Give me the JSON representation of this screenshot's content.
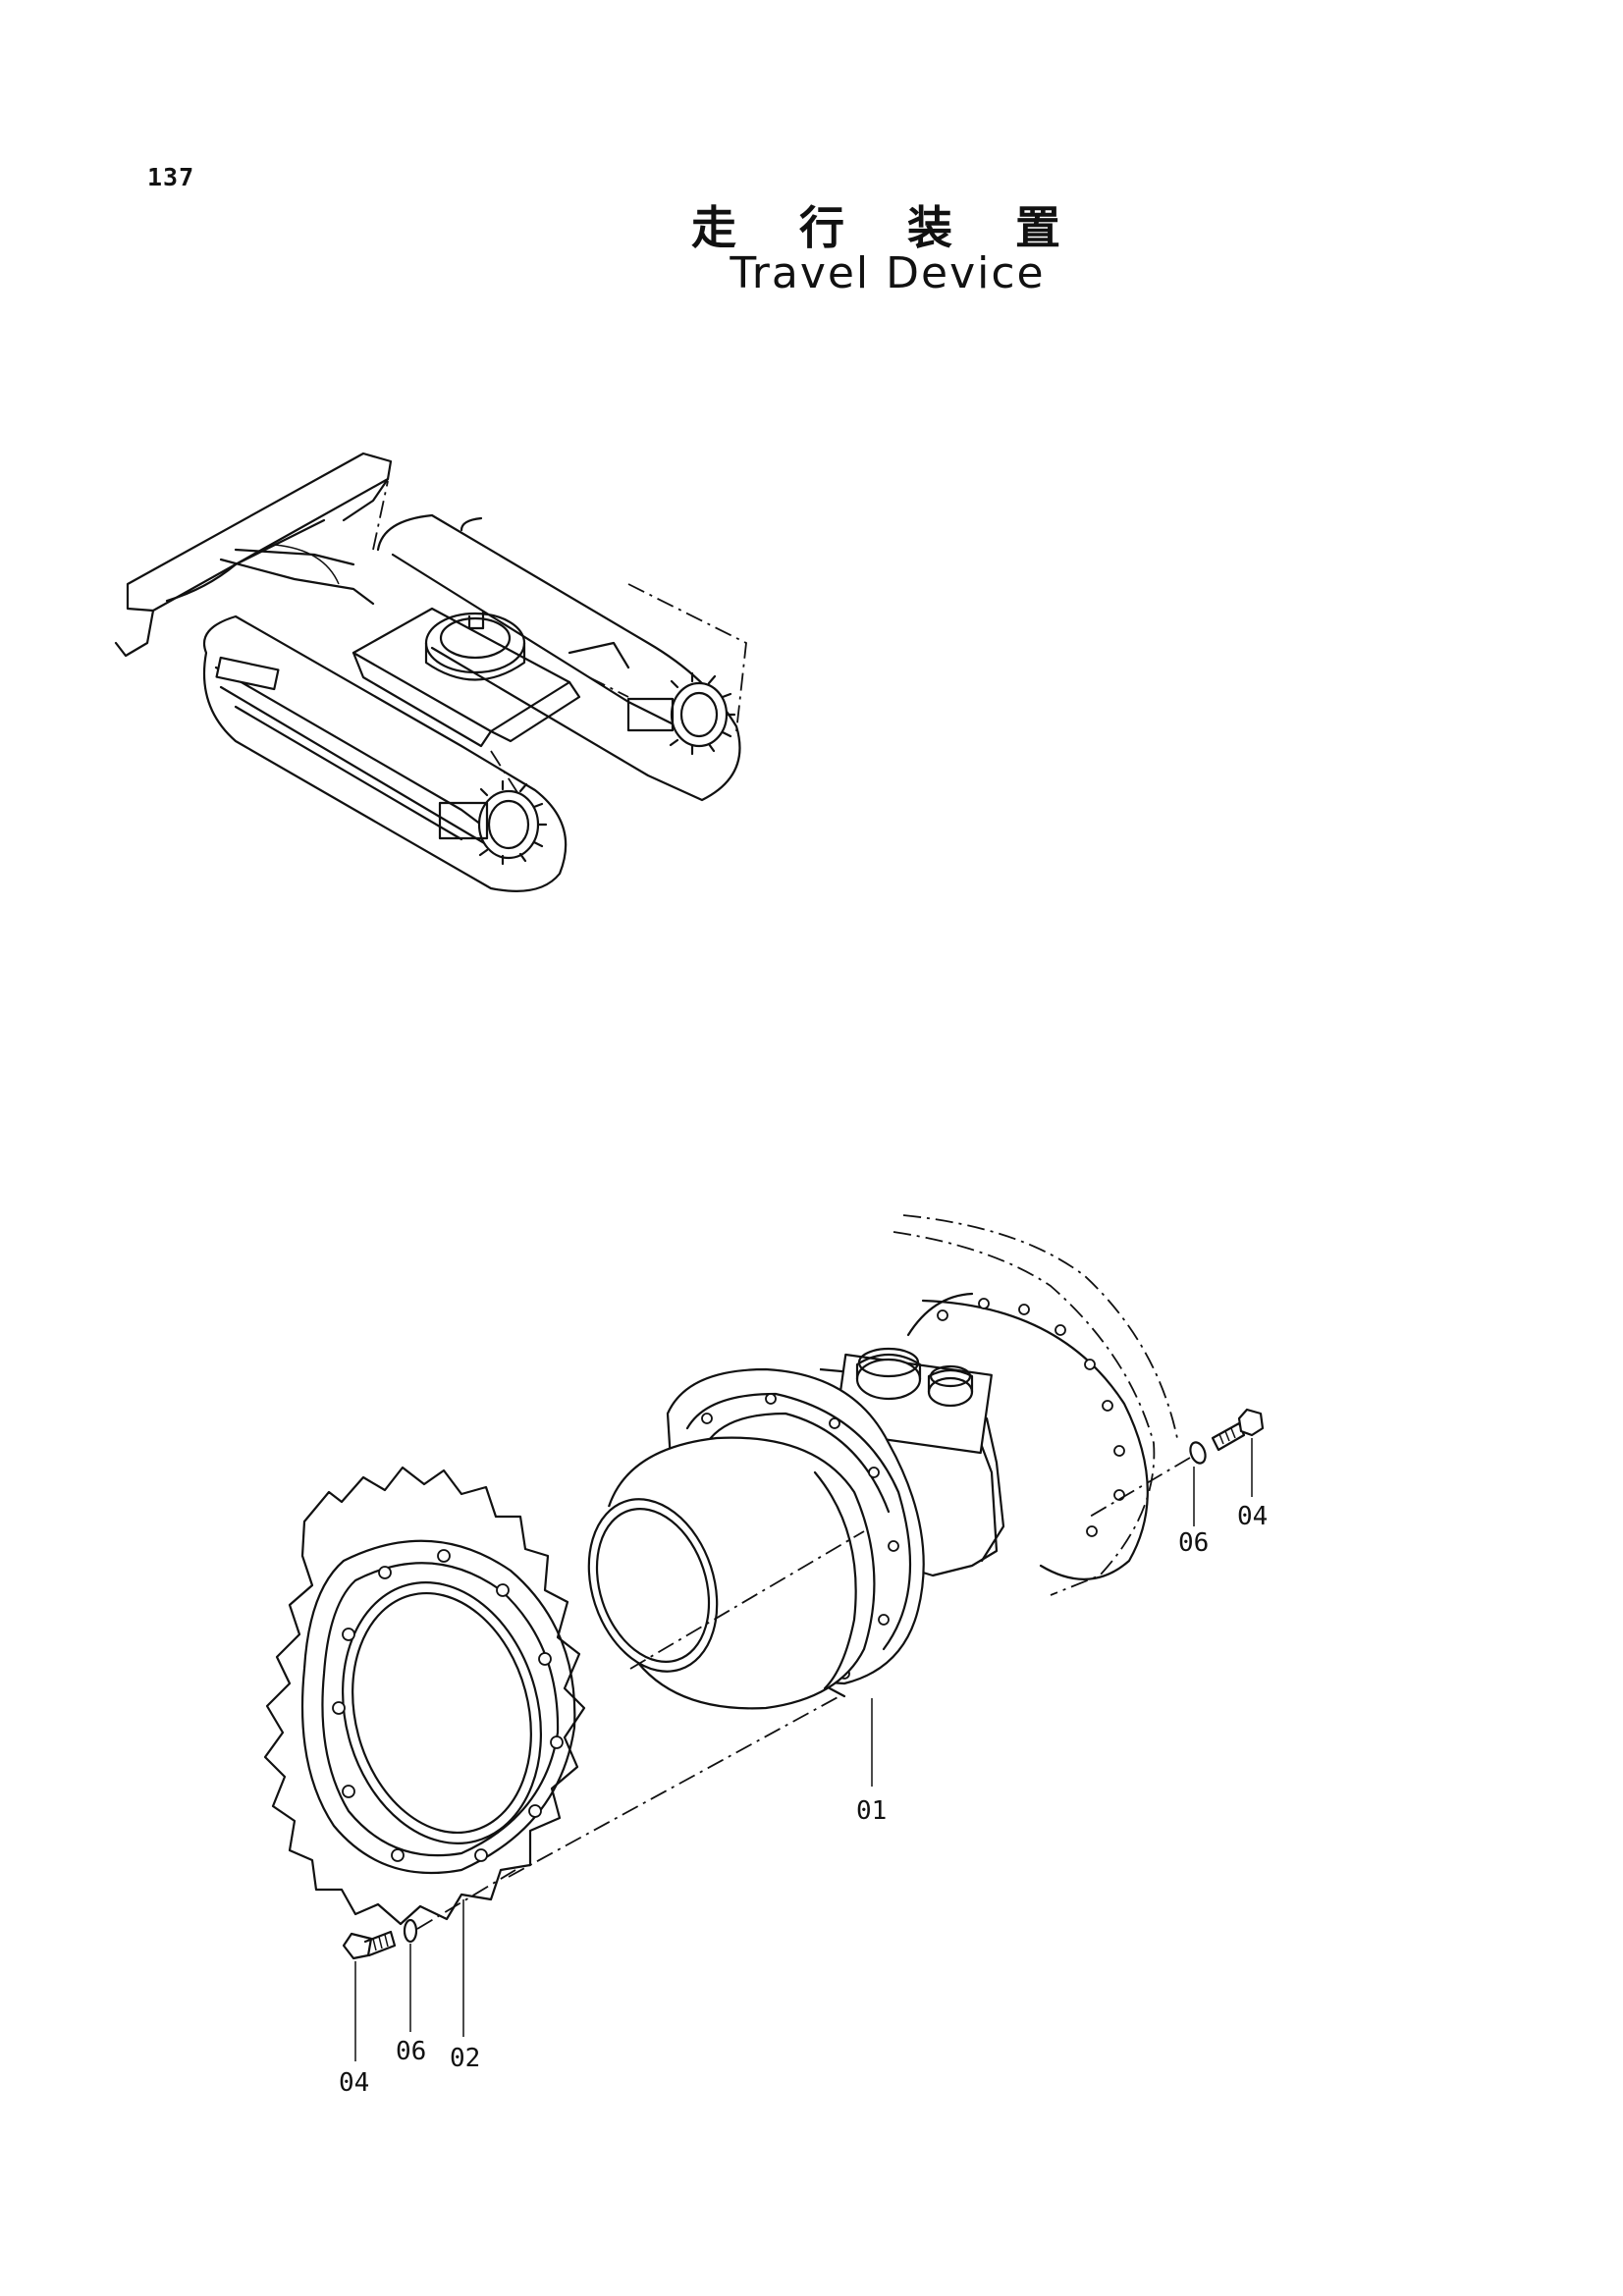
{
  "page_number": "137",
  "title_jp": "走 行 装 置",
  "title_en": "Travel Device",
  "callouts": {
    "travel_motor": "01",
    "sprocket": "02",
    "bolt_right": "04",
    "washer_right": "06",
    "bolt_left": "04",
    "washer_left": "06"
  }
}
